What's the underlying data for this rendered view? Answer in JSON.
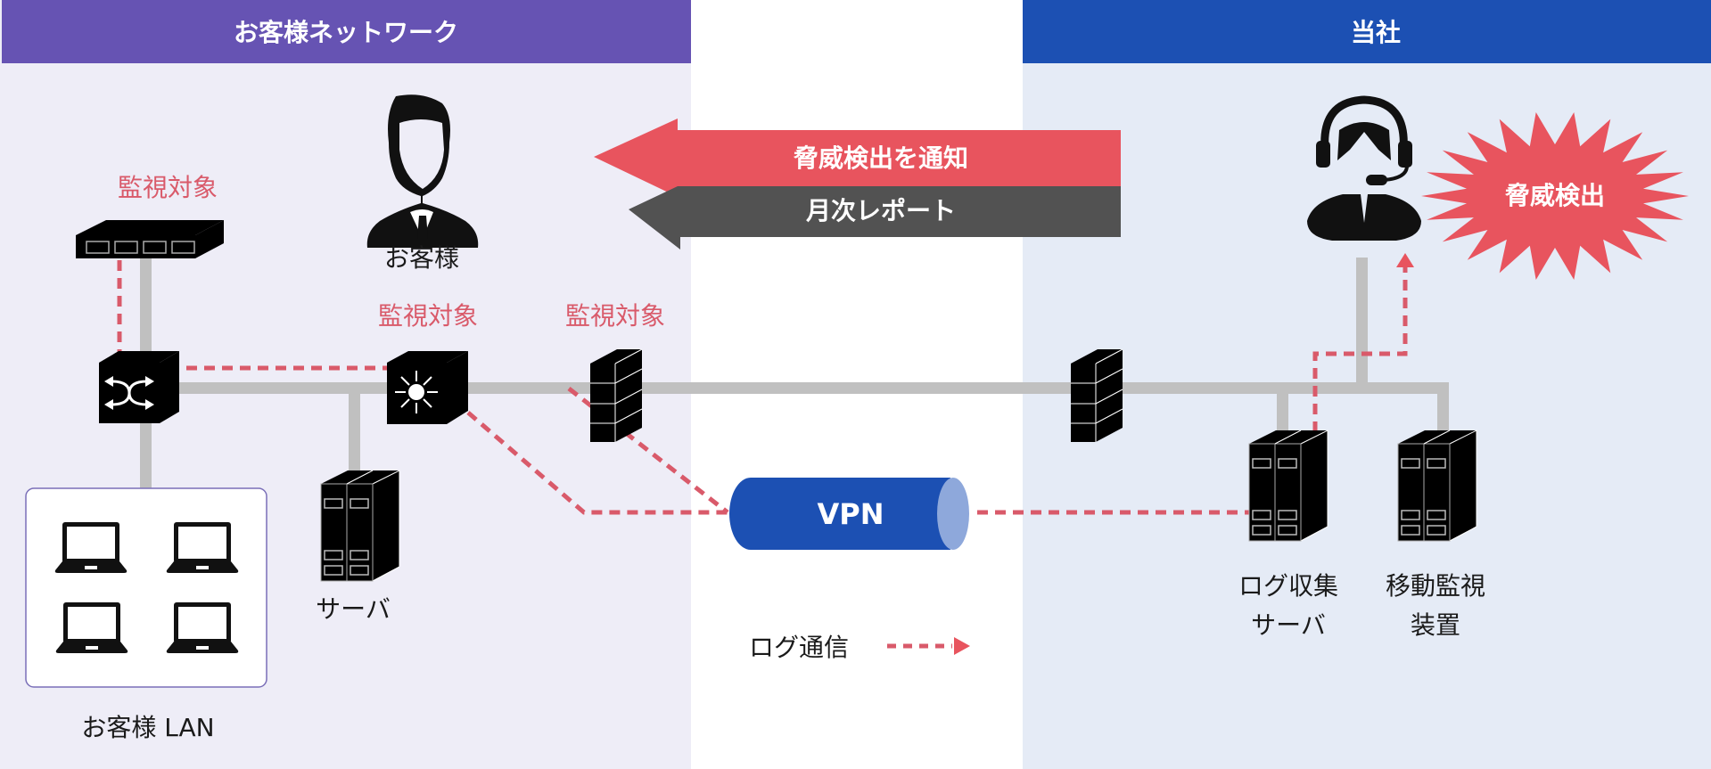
{
  "colors": {
    "customer_header": "#6653b3",
    "customer_bg": "#eeedf7",
    "company_header": "#1c50b3",
    "company_bg": "#e5ebf6",
    "center_bg": "#ffffff",
    "alert_red": "#e8545e",
    "report_gray": "#525252",
    "log_dash": "#d95a6a",
    "cable_gray": "#c0c0c0",
    "vpn_blue": "#1c50b3",
    "vpn_cap": "#8ea8db",
    "lan_border": "#7a6fb8"
  },
  "sections": {
    "customer": {
      "title": "お客様ネットワーク"
    },
    "company": {
      "title": "当社"
    }
  },
  "labels": {
    "customer_person": "お客様",
    "monitor_target_1": "監視対象",
    "monitor_target_2": "監視対象",
    "monitor_target_3": "監視対象",
    "server": "サーバ",
    "customer_lan": "お客様 LAN",
    "vpn": "VPN",
    "log_collect_server_line1": "ログ収集",
    "log_collect_server_line2": "サーバ",
    "monitor_device_line1": "移動監視",
    "monitor_device_line2": "装置",
    "threat_detected": "脅威検出"
  },
  "arrows": {
    "notify": "脅威検出を通知",
    "monthly_report": "月次レポート"
  },
  "legend": {
    "log_traffic": "ログ通信"
  },
  "nodes": [
    {
      "id": "hub",
      "type": "hub",
      "label_key": "monitor_target_1"
    },
    {
      "id": "l2-switch",
      "type": "switch"
    },
    {
      "id": "l3-switch",
      "type": "router",
      "label_key": "monitor_target_2"
    },
    {
      "id": "customer-firewall",
      "type": "firewall",
      "label_key": "monitor_target_3"
    },
    {
      "id": "customer-server",
      "type": "server",
      "label_key": "server"
    },
    {
      "id": "customer-lan",
      "type": "lan",
      "devices": 4,
      "label_key": "customer_lan"
    },
    {
      "id": "company-firewall",
      "type": "firewall"
    },
    {
      "id": "log-server",
      "type": "server"
    },
    {
      "id": "monitor-device",
      "type": "server"
    },
    {
      "id": "operator",
      "type": "person"
    },
    {
      "id": "customer",
      "type": "person"
    }
  ]
}
